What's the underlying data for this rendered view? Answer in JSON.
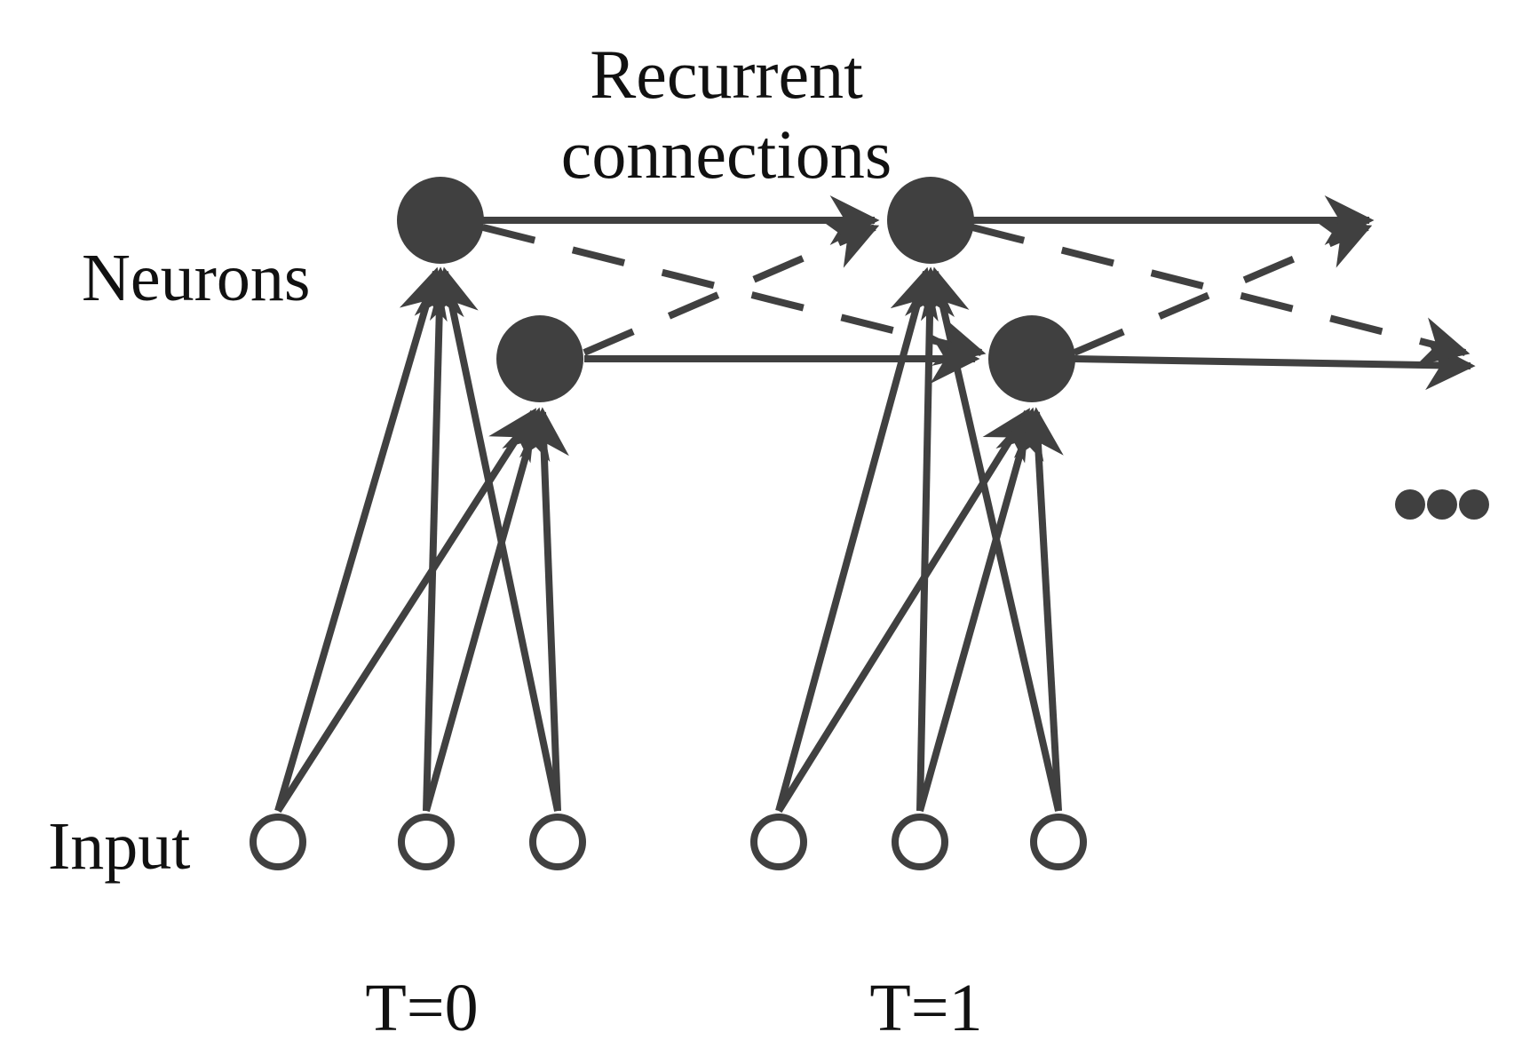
{
  "title": {
    "line1": "Recurrent",
    "line2": "connections"
  },
  "labels": {
    "neurons": "Neurons",
    "input": "Input",
    "ellipsis": "•••"
  },
  "time_steps": [
    "T=0",
    "T=1"
  ],
  "colors": {
    "stroke": "#404040",
    "neuron_fill": "#404040",
    "input_fill": "#ffffff",
    "text": "#111111"
  },
  "icons": {
    "neuron": "filled-circle",
    "input": "hollow-circle",
    "connection": "arrow-solid",
    "recurrent_cross": "arrow-dashed",
    "continuation": "ellipsis-dots"
  }
}
